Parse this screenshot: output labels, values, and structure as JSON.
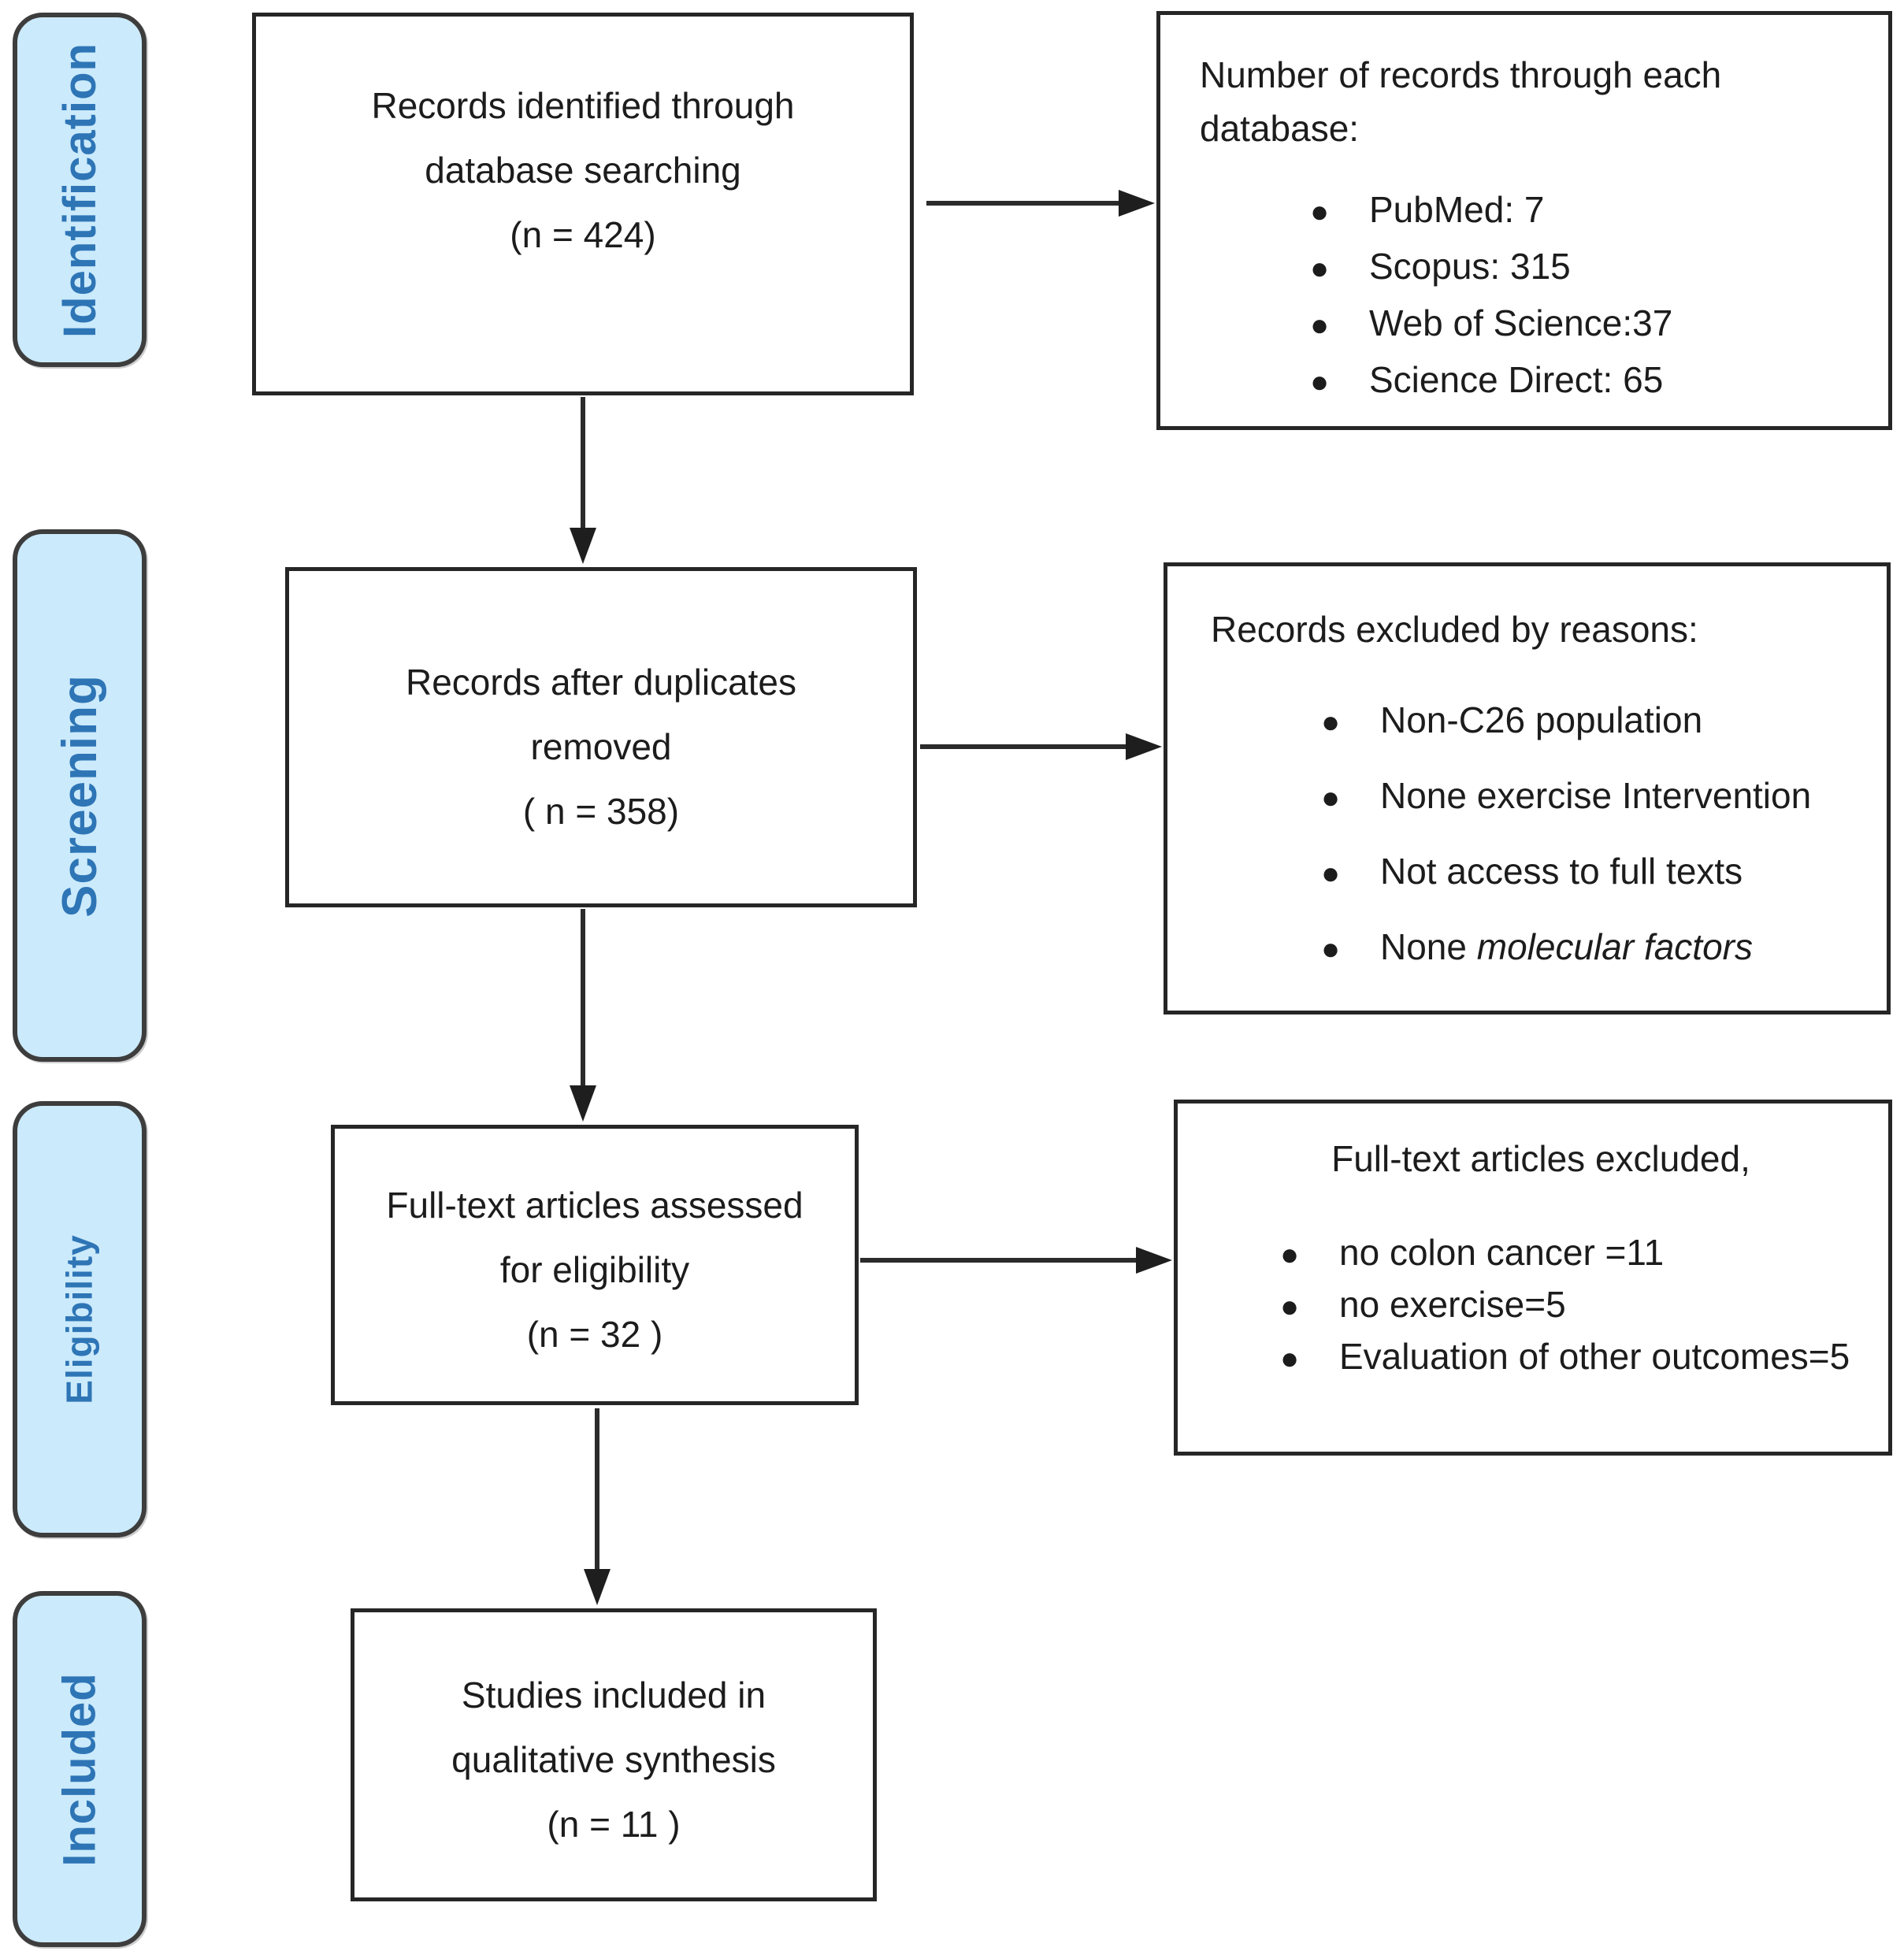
{
  "stages": {
    "identification": "Identification",
    "screening": "Screening",
    "eligibility": "Eligibility",
    "included": "Included"
  },
  "flow": {
    "identified": {
      "line1": "Records identified through",
      "line2": "database searching",
      "line3": "(n = 424)"
    },
    "deduplicated": {
      "line1": "Records after duplicates",
      "line2": "removed",
      "line3": "( n = 358)"
    },
    "assessed": {
      "line1": "Full-text articles assessed",
      "line2": "for eligibility",
      "line3": "(n = 32 )"
    },
    "included_studies": {
      "line1": "Studies included in",
      "line2": "qualitative synthesis",
      "line3": "(n = 11 )"
    }
  },
  "details": {
    "databases": {
      "title_line1": "Number of records through each",
      "title_line2": "database:",
      "items": [
        {
          "text": "PubMed: 7"
        },
        {
          "text": "Scopus: 315"
        },
        {
          "text": "Web of Science:37"
        },
        {
          "text": "Science Direct: 65"
        }
      ]
    },
    "excluded_reasons": {
      "title": "Records excluded by reasons:",
      "items": [
        {
          "text": "Non-C26 population"
        },
        {
          "text": "None exercise Intervention"
        },
        {
          "text": "Not access to full texts"
        },
        {
          "prefix": "None ",
          "italic": "molecular factors"
        }
      ]
    },
    "fulltext_excluded": {
      "title": "Full-text articles excluded,",
      "items": [
        {
          "text": "no colon cancer =11"
        },
        {
          "text": "no exercise=5"
        },
        {
          "text": "Evaluation of other outcomes=5"
        }
      ]
    }
  },
  "glyphs": {
    "bullet": "●"
  },
  "colors": {
    "stage_fill": "#CBEAFB",
    "stage_text": "#2E75B6",
    "box_border": "#262626",
    "arrow": "#2b2b2b"
  }
}
